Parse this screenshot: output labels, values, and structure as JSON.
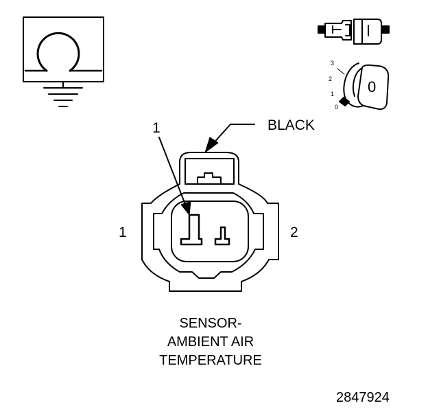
{
  "callout": {
    "number": "1",
    "color_label": "BLACK"
  },
  "pins": {
    "left": "1",
    "right": "2"
  },
  "key_positions": [
    "3",
    "2",
    "1",
    "0"
  ],
  "key_face": "0",
  "title_lines": [
    "SENSOR-",
    "AMBIENT AIR",
    "TEMPERATURE"
  ],
  "figure_number": "2847924",
  "icons": [
    "ohmmeter-ground-symbol-icon",
    "connector-probe-icon",
    "ignition-key-off-icon"
  ],
  "colors": {
    "ink": "#000000",
    "background": "#ffffff"
  }
}
